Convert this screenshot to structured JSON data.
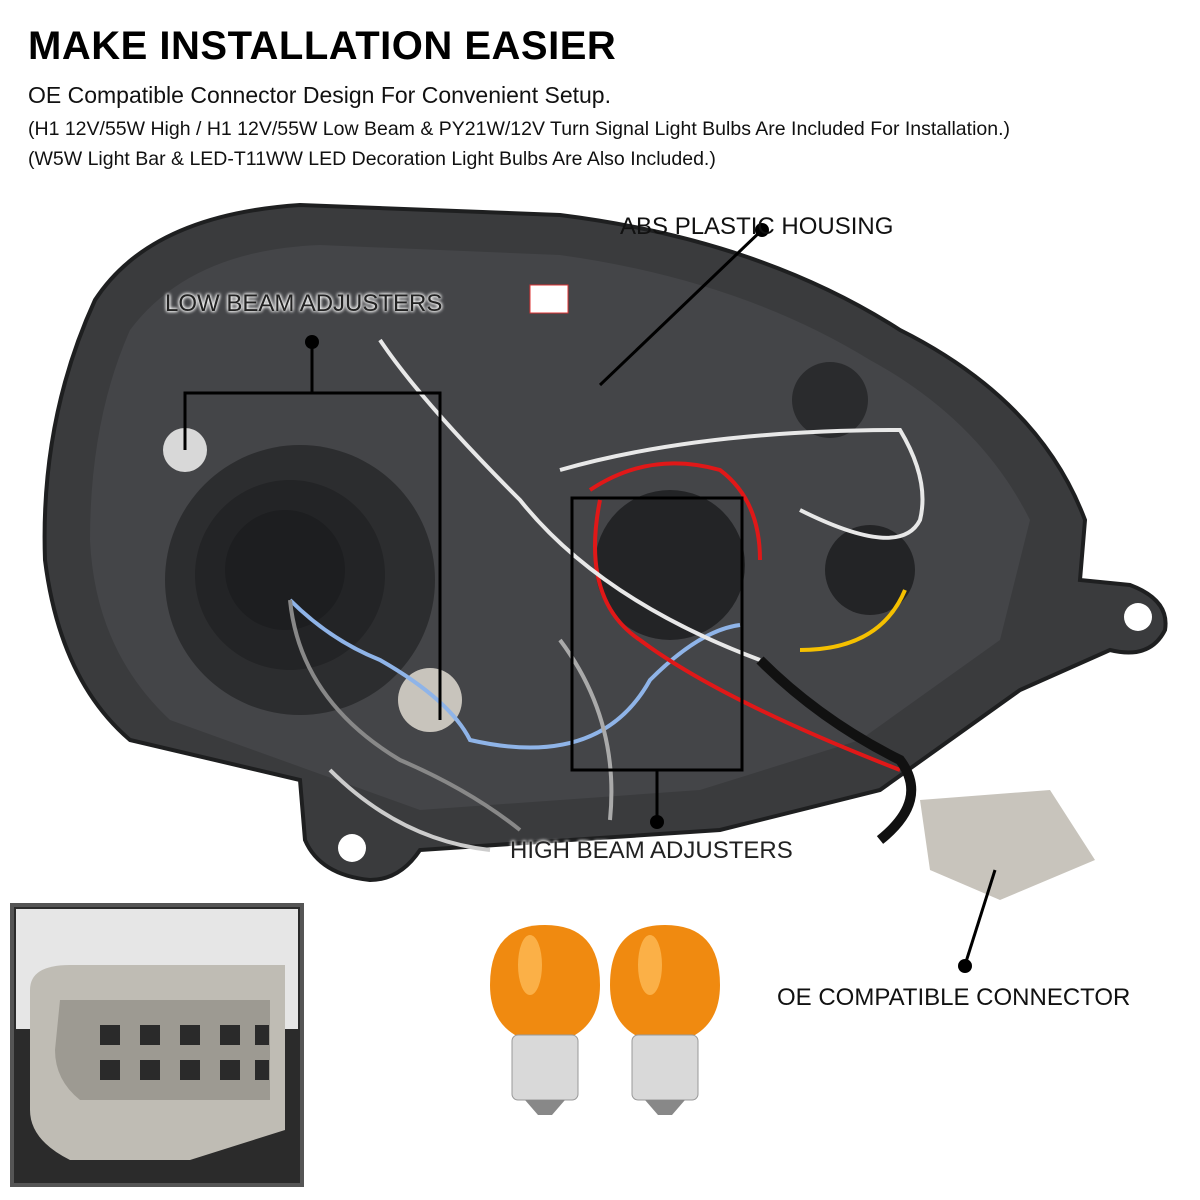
{
  "header": {
    "title": "MAKE INSTALLATION EASIER",
    "subtitle": "OE Compatible Connector Design For Convenient Setup.",
    "notes": [
      "(H1 12V/55W High / H1 12V/55W Low Beam & PY21W/12V Turn Signal Light Bulbs Are Included For Installation.)",
      "(W5W Light Bar & LED-T11WW LED Decoration Light Bulbs Are Also Included.)"
    ]
  },
  "callouts": {
    "low_beam": "LOW BEAM ADJUSTERS",
    "housing": "ABS PLASTIC HOUSING",
    "high_beam": "HIGH BEAM ADJUSTERS",
    "connector": "OE COMPATIBLE CONNECTOR"
  },
  "colors": {
    "housing": "#3a3b3d",
    "bulb_amber": "#f08a10",
    "wire_red": "#e01818",
    "wire_blue": "#8fb4e8",
    "wire_yellow": "#f5c000"
  }
}
